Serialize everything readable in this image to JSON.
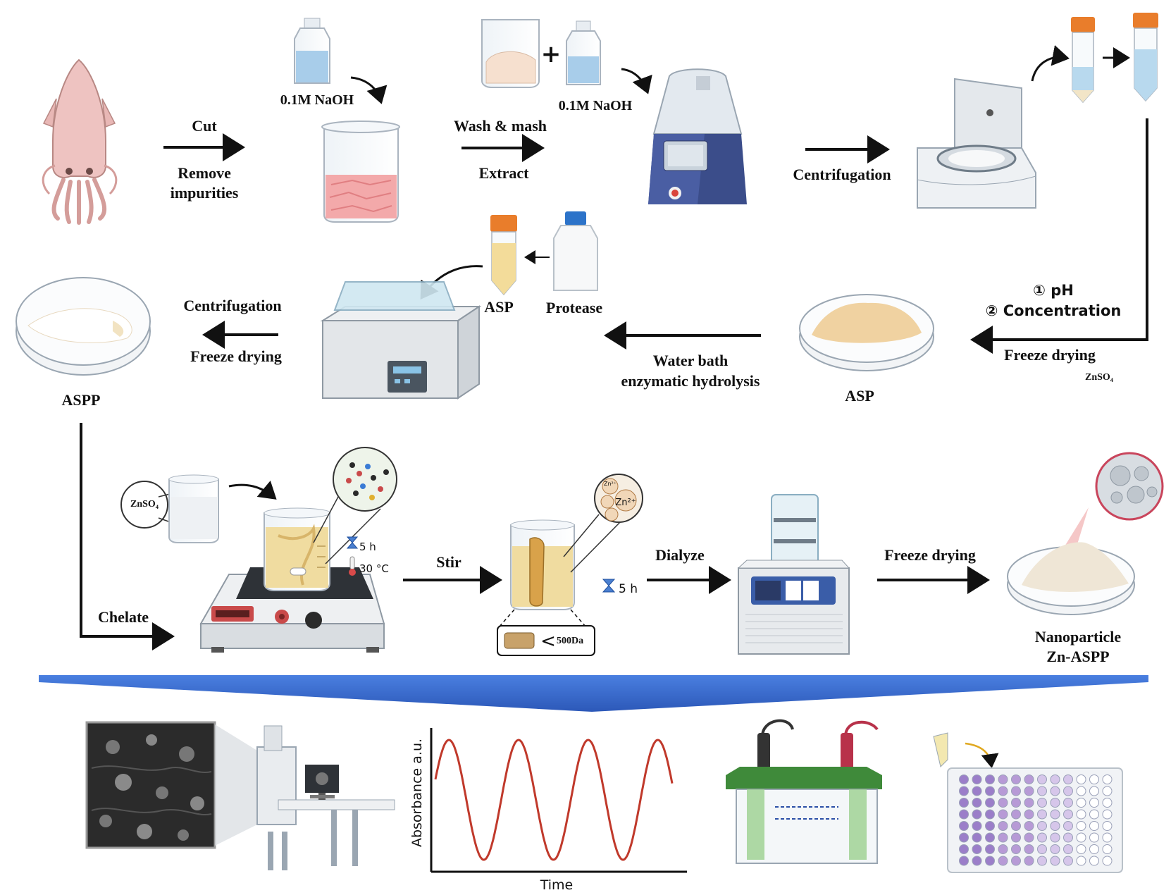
{
  "steps": {
    "cut": "Cut",
    "remove_impurities_1": "Remove",
    "remove_impurities_2": "impurities",
    "naoh_1": "0.1M NaOH",
    "wash_mash": "Wash & mash",
    "extract": "Extract",
    "naoh_2": "0.1M NaOH",
    "centrifugation_1": "Centrifugation",
    "ph": "① pH",
    "concentration": "② Concentration",
    "freeze_drying_1": "Freeze drying",
    "znso4_small": "ZnSO₄",
    "asp_product": "ASP",
    "water_bath_1": "Water bath",
    "water_bath_2": "enzymatic hydrolysis",
    "asp_tube": "ASP",
    "protease": "Protease",
    "centrifugation_2": "Centrifugation",
    "freeze_drying_2": "Freeze drying",
    "aspp": "ASPP",
    "chelate": "Chelate",
    "znso4_circle": "ZnSO₄",
    "time_5h_1": "5 h",
    "temp_30c": "30 °C",
    "stir": "Stir",
    "lt_500da": "500Da",
    "time_5h_2": "5 h",
    "dialyze": "Dialyze",
    "freeze_drying_3": "Freeze drying",
    "nano_1": "Nanoparticle",
    "nano_2": "Zn-ASPP",
    "zn_ion_big": "Zn²⁺",
    "zn_ion_small": "Zn²⁺"
  },
  "uv_plot": {
    "xlabel": "Time",
    "ylabel": "Absorbance a.u.",
    "line_color": "#c0392b"
  },
  "colors": {
    "banner": "#3b6fd0",
    "arrow": "#111111",
    "squid": "#e8b7b5",
    "solution": "#f0dca0",
    "well_purple": "#b79ad6"
  }
}
